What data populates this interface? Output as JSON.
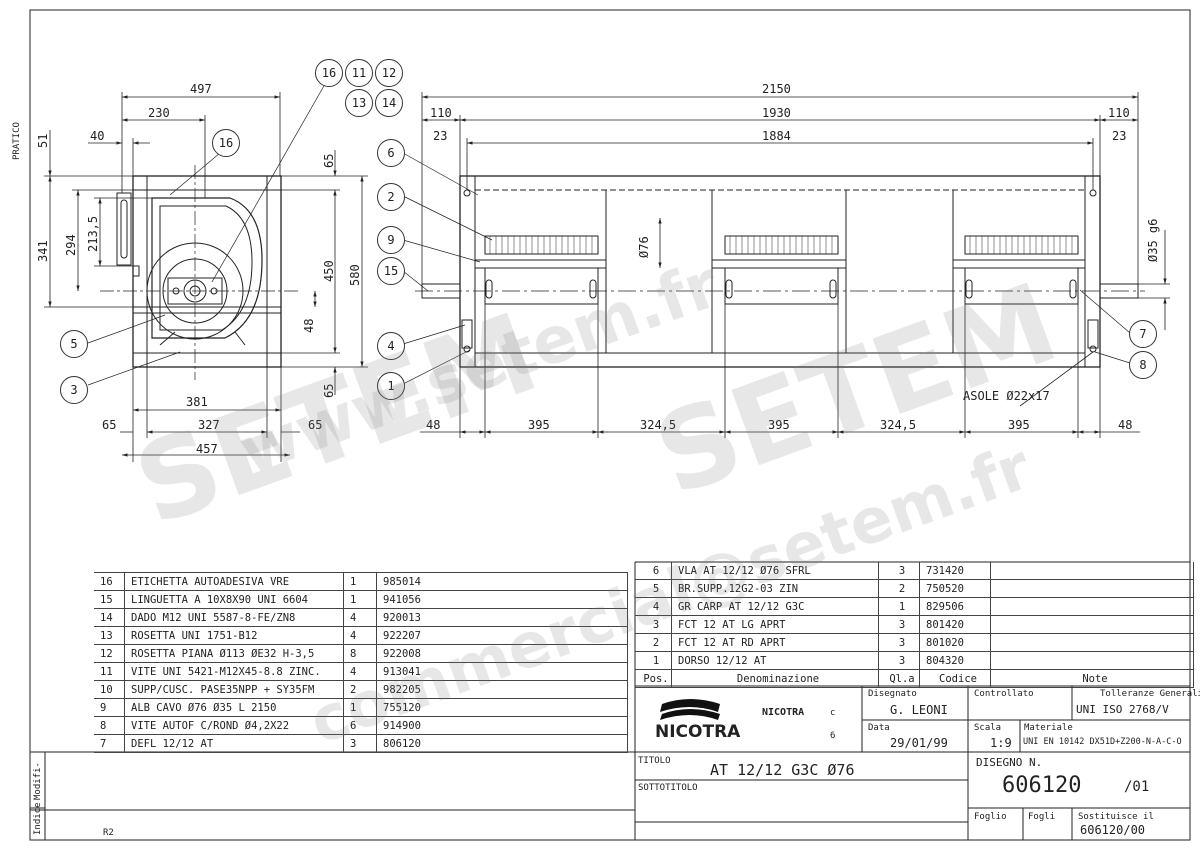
{
  "sheet_code": "PRATICO",
  "dims_left": {
    "d497": "497",
    "d230": "230",
    "d40": "40",
    "d51": "51",
    "d341": "341",
    "d294": "294",
    "d213_5": "213,5",
    "d65a": "65",
    "d450": "450",
    "d580": "580",
    "d48": "48",
    "d65b": "65",
    "d381": "381",
    "d327": "327",
    "d457": "457",
    "d65c": "65",
    "d65d": "65"
  },
  "dims_right": {
    "d2150": "2150",
    "d110a": "110",
    "d1930": "1930",
    "d110b": "110",
    "d23a": "23",
    "d1884": "1884",
    "d23b": "23",
    "d76": "Ø76",
    "d35": "Ø35 g6",
    "asole": "ASOLE Ø22x17",
    "b48a": "48",
    "b395a": "395",
    "b324a": "324,5",
    "b395b": "395",
    "b324b": "324,5",
    "b395c": "395",
    "b48b": "48"
  },
  "balloons": {
    "b16": "16",
    "b11": "11",
    "b12": "12",
    "b13": "13",
    "b14": "14",
    "b16b": "16",
    "b6": "6",
    "b2": "2",
    "b9": "9",
    "b15": "15",
    "b4": "4",
    "b1": "1",
    "b5": "5",
    "b3": "3",
    "b7": "7",
    "b8": "8"
  },
  "parts_left": [
    {
      "pos": "16",
      "desc": "ETICHETTA AUTOADESIVA VRE",
      "qty": "1",
      "code": "985014"
    },
    {
      "pos": "15",
      "desc": "LINGUETTA A 10X8X90 UNI 6604",
      "qty": "1",
      "code": "941056"
    },
    {
      "pos": "14",
      "desc": "DADO M12 UNI 5587-8-FE/ZN8",
      "qty": "4",
      "code": "920013"
    },
    {
      "pos": "13",
      "desc": "ROSETTA UNI 1751-B12",
      "qty": "4",
      "code": "922207"
    },
    {
      "pos": "12",
      "desc": "ROSETTA PIANA Ø113 ØE32 H-3,5",
      "qty": "8",
      "code": "922008"
    },
    {
      "pos": "11",
      "desc": "VITE UNI 5421-M12X45-8.8 ZINC.",
      "qty": "4",
      "code": "913041"
    },
    {
      "pos": "10",
      "desc": "SUPP/CUSC. PASE35NPP + SY35FM",
      "qty": "2",
      "code": "982205"
    },
    {
      "pos": "9",
      "desc": "ALB CAVO Ø76 Ø35 L 2150",
      "qty": "1",
      "code": "755120"
    },
    {
      "pos": "8",
      "desc": "VITE AUTOF C/ROND Ø4,2X22",
      "qty": "6",
      "code": "914900"
    },
    {
      "pos": "7",
      "desc": "DEFL 12/12 AT",
      "qty": "3",
      "code": "806120"
    }
  ],
  "parts_right": [
    {
      "pos": "6",
      "desc": "VLA AT 12/12 Ø76 SFRL",
      "qty": "3",
      "code": "731420"
    },
    {
      "pos": "5",
      "desc": "BR.SUPP.12G2-03 ZIN",
      "qty": "2",
      "code": "750520"
    },
    {
      "pos": "4",
      "desc": "GR CARP AT 12/12 G3C",
      "qty": "1",
      "code": "829506"
    },
    {
      "pos": "3",
      "desc": "FCT 12 AT LG APRT",
      "qty": "3",
      "code": "801420"
    },
    {
      "pos": "2",
      "desc": "FCT 12 AT RD APRT",
      "qty": "3",
      "code": "801020"
    },
    {
      "pos": "1",
      "desc": "DORSO 12/12 AT",
      "qty": "3",
      "code": "804320"
    }
  ],
  "parts_header": {
    "pos": "Pos.",
    "desc": "Denominazione",
    "qty": "Ql.a",
    "code": "Codice",
    "note": "Note"
  },
  "title_block": {
    "brand": "NICOTRA",
    "brand_small": "NICOTRA",
    "brand_mark1": "c",
    "brand_mark2": "6",
    "disegnato_label": "Disegnato",
    "disegnato": "G. LEONI",
    "controllato_label": "Controllato",
    "tolleranze_label": "Tolleranze Generali",
    "tolleranze": "UNI ISO 2768/V",
    "data_label": "Data",
    "data": "29/01/99",
    "scala_label": "Scala",
    "scala": "1:9",
    "materiale_label": "Materiale",
    "materiale": "UNI EN 10142 DX51D+Z200-N-A-C-O",
    "titolo_label": "TITOLO",
    "titolo": "AT 12/12 G3C Ø76",
    "sottotitolo_label": "SOTTOTITOLO",
    "disegno_label": "DISEGNO N.",
    "disegno": "606120",
    "revisione": "/01",
    "foglio_label": "Foglio",
    "fogli_label": "Fogli",
    "sostituisce_label": "Sostituisce il",
    "sostituisce": "606120/00",
    "indice_label": "Indice",
    "modifiche_label": "Modifi-",
    "corner_mark": "R2"
  },
  "watermark": {
    "brand": "SETEM",
    "url": "www.setem.fr",
    "email": "commercial@setem.fr"
  }
}
